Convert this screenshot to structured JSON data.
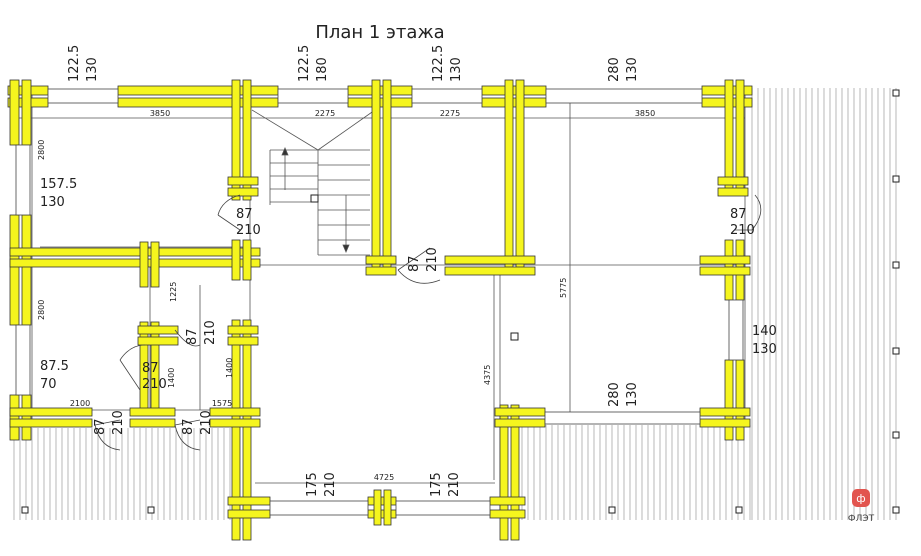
{
  "title": "План 1 этажа",
  "brand": "ФЛЭТ",
  "windows": [
    {
      "w": "122.5",
      "h": "130"
    },
    {
      "w": "122.5",
      "h": "180"
    },
    {
      "w": "122.5",
      "h": "130"
    },
    {
      "w": "280",
      "h": "130"
    },
    {
      "w": "157.5",
      "h": "130"
    },
    {
      "w": "87.5",
      "h": "70"
    },
    {
      "w": "140",
      "h": "130"
    },
    {
      "w": "280",
      "h": "130"
    },
    {
      "w": "175",
      "h": "210"
    },
    {
      "w": "175",
      "h": "210"
    }
  ],
  "doors": [
    {
      "w": "87",
      "h": "210"
    },
    {
      "w": "87",
      "h": "210"
    },
    {
      "w": "87",
      "h": "210"
    },
    {
      "w": "87",
      "h": "210"
    },
    {
      "w": "87",
      "h": "210"
    },
    {
      "w": "87",
      "h": "210"
    },
    {
      "w": "87",
      "h": "210"
    }
  ],
  "dimensions": {
    "top_1": "3850",
    "top_2": "2275",
    "top_3": "2275",
    "top_4": "3850",
    "left_1": "2800",
    "left_2": "2800",
    "mid_1225": "1225",
    "mid_1400a": "1400",
    "mid_1400b": "1400",
    "bottom_2100": "2100",
    "bottom_1575": "1575",
    "vert_4375": "4375",
    "vert_5775": "5775",
    "bottom_4725": "4725"
  }
}
